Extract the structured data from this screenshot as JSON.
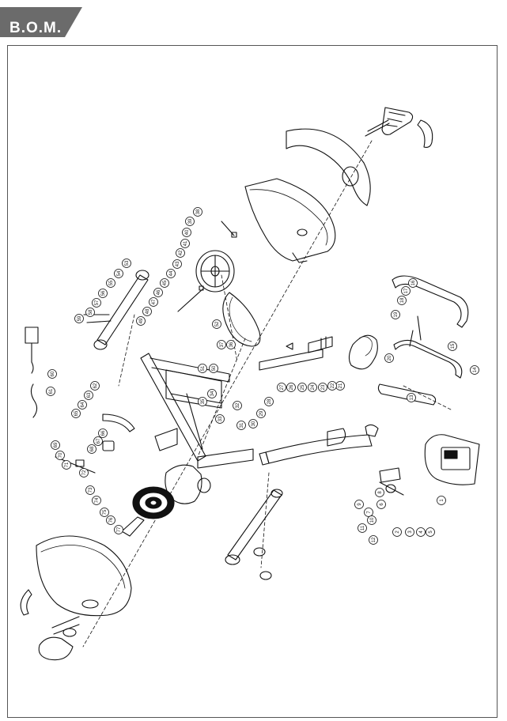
{
  "header": {
    "title": "B.O.M.",
    "tab_color": "#6b6b6b",
    "text_color": "#ffffff"
  },
  "diagram": {
    "line_color": "#111111",
    "callout_labels": [
      "1",
      "2",
      "3",
      "4",
      "5",
      "6",
      "7",
      "8",
      "9",
      "10",
      "11",
      "12",
      "13",
      "14",
      "15",
      "16",
      "17",
      "18",
      "19",
      "20",
      "21",
      "22",
      "23",
      "24",
      "25",
      "26",
      "27",
      "28",
      "29",
      "30",
      "31",
      "32",
      "33",
      "34",
      "35",
      "36",
      "37",
      "38",
      "39",
      "40",
      "41",
      "42",
      "43",
      "44",
      "45",
      "46",
      "47",
      "48",
      "49",
      "50",
      "51",
      "52",
      "53",
      "54",
      "55",
      "56",
      "57",
      "58",
      "59",
      "60",
      "61",
      "62",
      "63",
      "64",
      "65",
      "66",
      "67",
      "68",
      "69",
      "70",
      "71",
      "72",
      "73",
      "74",
      "75",
      "76",
      "77"
    ]
  }
}
